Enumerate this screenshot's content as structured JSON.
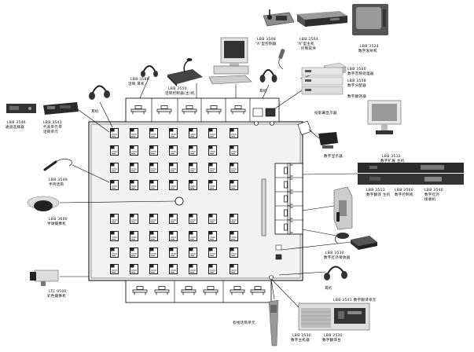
{
  "labels": {
    "control_keyboard": [
      "LBB 3508",
      "“A”型控制器"
    ],
    "a_unit": [
      "LBB 3504",
      "“A”型主机",
      "控制软件"
    ],
    "ir_transmitter": [
      "LBB 3524",
      "数字发射机"
    ],
    "audio_processor": [
      "LBB 3500",
      "数字音频处理器"
    ],
    "distributor": [
      "LBB 3508",
      "数字分配器"
    ],
    "translator": [
      "数字翻译器"
    ],
    "mic_headset": [
      "LBB 3586",
      "话筒 耳机"
    ],
    "mic_controller": [
      "LBB 3550",
      "话筒控制器(主)机"
    ],
    "headphone_left": "耳机",
    "headphone_top": "耳机",
    "channel_selector": [
      "LBB 3546",
      "通道选择器"
    ],
    "delegate_unit": [
      "LBB 3541",
      "代表单元带",
      "话筒单元"
    ],
    "handheld_mic": [
      "LBB 3549",
      "手持话筒"
    ],
    "dome_camera": [
      "LBB 3600",
      "半球摄像机"
    ],
    "box_camera": [
      "LTC 0500",
      "彩色摄像机"
    ],
    "projection_screen": "投影幕显示器",
    "display": "数字显示器",
    "expansion_unit": [
      "LBB 3512",
      "数字扩展 主机"
    ],
    "translation_main": [
      "LBB 3513",
      "数字翻译 主机"
    ],
    "control_unit": [
      "LBB 3560",
      "数字控制机"
    ],
    "ir_receiver_rack": [
      "LBB 3540",
      "数字红外",
      "接收机"
    ],
    "ir_receiver": [
      "LBB 3530",
      "数字红外接收器"
    ],
    "headphone_right": "耳机",
    "interpreter_unit": "LBB 3541 数字翻译单元",
    "wired_mic": "有线话筒单元",
    "main_unit": [
      "LBB 3530",
      "数字主机器"
    ],
    "interpreter_desk": [
      "LBB 2530",
      "数字翻译台"
    ]
  }
}
